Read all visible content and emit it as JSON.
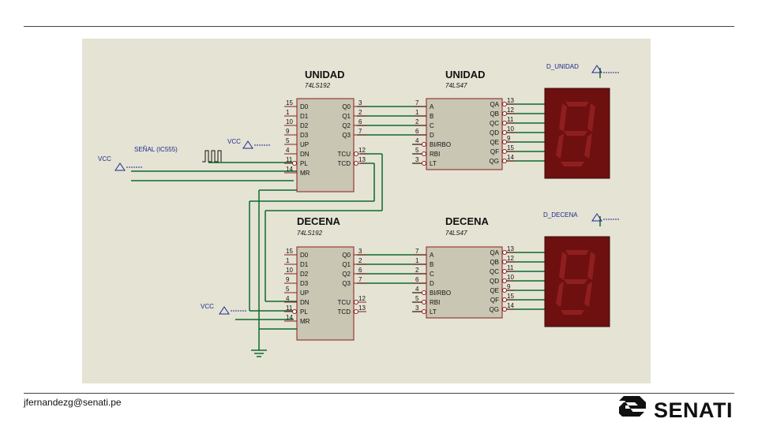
{
  "footer": {
    "email": "jfernandezg@senati.pe",
    "brand": "SENATI"
  },
  "colors": {
    "panel": "#e4e3d4",
    "wire": "#0f6a2e",
    "chip": "#c9c6b3",
    "chip_border": "#8a1c1c",
    "text": "#111111",
    "label_blue": "#1f2a8f",
    "display_bg": "#6e1010",
    "segment": "#8f1f1f"
  },
  "counter_unidad": {
    "title": "UNIDAD",
    "part": "74LS192",
    "left_pins": [
      {
        "num": "15",
        "name": "D0"
      },
      {
        "num": "1",
        "name": "D1"
      },
      {
        "num": "10",
        "name": "D2"
      },
      {
        "num": "9",
        "name": "D3"
      },
      {
        "num": "5",
        "name": "UP"
      },
      {
        "num": "4",
        "name": "DN"
      },
      {
        "num": "11",
        "name": "PL"
      },
      {
        "num": "14",
        "name": "MR"
      }
    ],
    "right_pins": [
      {
        "num": "3",
        "name": "Q0"
      },
      {
        "num": "2",
        "name": "Q1"
      },
      {
        "num": "6",
        "name": "Q2"
      },
      {
        "num": "7",
        "name": "Q3"
      },
      {
        "num": "12",
        "name": "TCU"
      },
      {
        "num": "13",
        "name": "TCD"
      }
    ]
  },
  "counter_decena": {
    "title": "DECENA",
    "part": "74LS192",
    "left_pins": [
      {
        "num": "15",
        "name": "D0"
      },
      {
        "num": "1",
        "name": "D1"
      },
      {
        "num": "10",
        "name": "D2"
      },
      {
        "num": "9",
        "name": "D3"
      },
      {
        "num": "5",
        "name": "UP"
      },
      {
        "num": "4",
        "name": "DN"
      },
      {
        "num": "11",
        "name": "PL"
      },
      {
        "num": "14",
        "name": "MR"
      }
    ],
    "right_pins": [
      {
        "num": "3",
        "name": "Q0"
      },
      {
        "num": "2",
        "name": "Q1"
      },
      {
        "num": "6",
        "name": "Q2"
      },
      {
        "num": "7",
        "name": "Q3"
      },
      {
        "num": "12",
        "name": "TCU"
      },
      {
        "num": "13",
        "name": "TCD"
      }
    ]
  },
  "decoder_unidad": {
    "title": "UNIDAD",
    "part": "74LS47",
    "left_pins": [
      {
        "num": "7",
        "name": "A"
      },
      {
        "num": "1",
        "name": "B"
      },
      {
        "num": "2",
        "name": "C"
      },
      {
        "num": "6",
        "name": "D"
      },
      {
        "num": "4",
        "name": "BI/RBO"
      },
      {
        "num": "5",
        "name": "RBI"
      },
      {
        "num": "3",
        "name": "LT"
      }
    ],
    "right_pins": [
      {
        "num": "13",
        "name": "QA"
      },
      {
        "num": "12",
        "name": "QB"
      },
      {
        "num": "11",
        "name": "QC"
      },
      {
        "num": "10",
        "name": "QD"
      },
      {
        "num": "9",
        "name": "QE"
      },
      {
        "num": "15",
        "name": "QF"
      },
      {
        "num": "14",
        "name": "QG"
      }
    ]
  },
  "decoder_decena": {
    "title": "DECENA",
    "part": "74LS47",
    "left_pins": [
      {
        "num": "7",
        "name": "A"
      },
      {
        "num": "1",
        "name": "B"
      },
      {
        "num": "2",
        "name": "C"
      },
      {
        "num": "6",
        "name": "D"
      },
      {
        "num": "4",
        "name": "BI/RBO"
      },
      {
        "num": "5",
        "name": "RBI"
      },
      {
        "num": "3",
        "name": "LT"
      }
    ],
    "right_pins": [
      {
        "num": "13",
        "name": "QA"
      },
      {
        "num": "12",
        "name": "QB"
      },
      {
        "num": "11",
        "name": "QC"
      },
      {
        "num": "10",
        "name": "QD"
      },
      {
        "num": "9",
        "name": "QE"
      },
      {
        "num": "15",
        "name": "QF"
      },
      {
        "num": "14",
        "name": "QG"
      }
    ]
  },
  "labels": {
    "vcc": "VCC",
    "clock_source": "SEÑAL (IC555)",
    "display_unidad": "D_UNIDAD",
    "display_decena": "D_DECENA"
  }
}
